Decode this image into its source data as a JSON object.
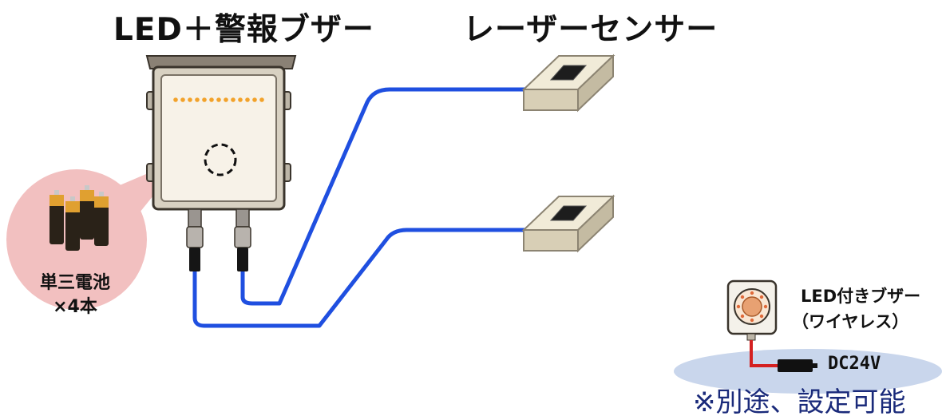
{
  "labels": {
    "led_buzzer_title": "LED＋警報ブザー",
    "laser_sensor_title": "レーザーセンサー",
    "battery_line1": "単三電池",
    "battery_line2": "×4本",
    "wireless_buzzer_line1": "LED付きブザー",
    "wireless_buzzer_line2": "（ワイヤレス）",
    "power": "DC24V",
    "note": "※別途、設定可能"
  },
  "colors": {
    "cable": "#1f4fe0",
    "battery_bubble": "#f2c0c0",
    "led_dots": "#f2a22a",
    "power_cable": "#d42020",
    "note_text": "#1a2a7a",
    "ground": "#c9d6ec"
  },
  "icons": {
    "battery": "aa-battery-icon",
    "enclosure": "control-box-icon",
    "sensor": "laser-sensor-icon",
    "wireless_buzzer": "buzzer-icon"
  }
}
